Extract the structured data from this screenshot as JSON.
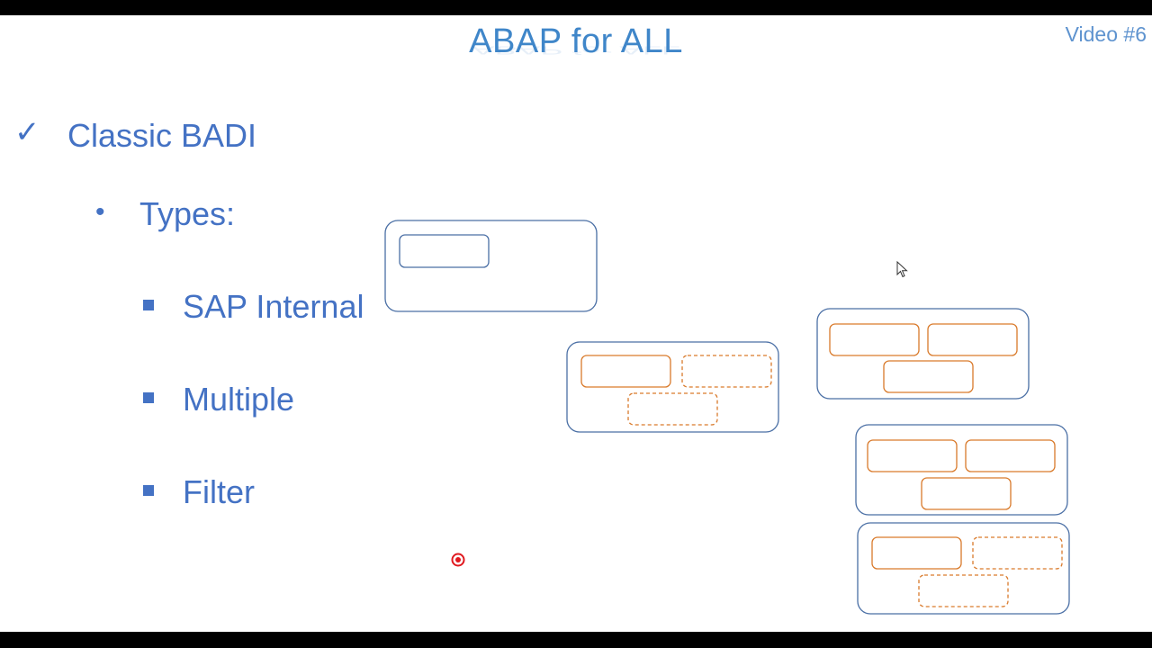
{
  "slide": {
    "title": "ABAP for ALL",
    "video_tag": "Video #6",
    "heading": "Classic BADI",
    "subheading": "Types:",
    "items": [
      {
        "label": "SAP Internal"
      },
      {
        "label": "Multiple"
      },
      {
        "label": "Filter"
      }
    ]
  },
  "icons": {
    "check": "check-mark-icon",
    "bullet": "bullet-dot-icon",
    "square_bullet": "square-bullet-icon",
    "cursor": "mouse-pointer-icon",
    "record": "record-indicator-icon"
  },
  "colors": {
    "text_blue": "#4472c4",
    "title_blue": "#3f86c9",
    "container_stroke": "#4a6fa5",
    "inner_blue_stroke": "#4a6fa5",
    "impl_orange": "#d97a2b",
    "record_red": "#e0191f"
  }
}
